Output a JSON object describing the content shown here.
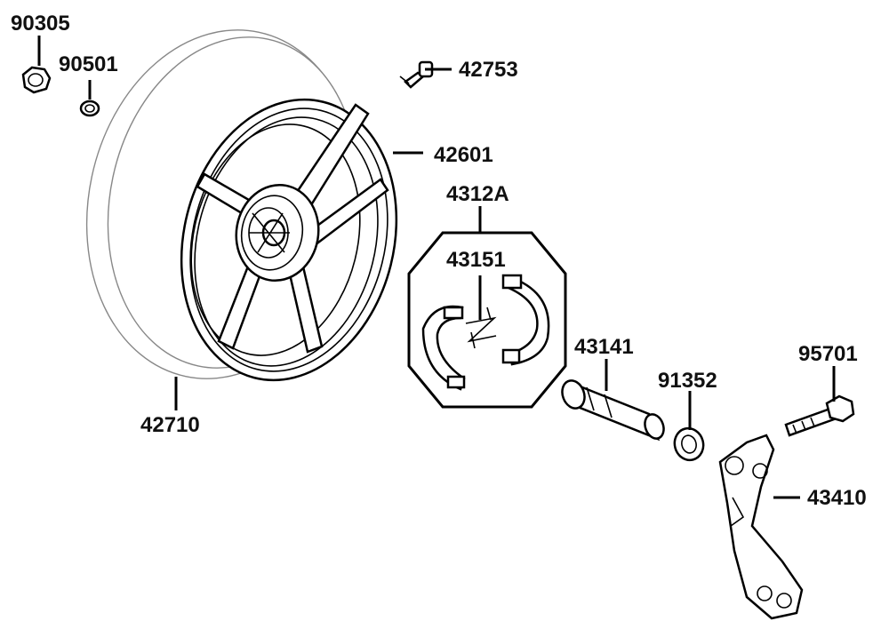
{
  "parts": [
    {
      "id": "p90305",
      "number": "90305"
    },
    {
      "id": "p90501",
      "number": "90501"
    },
    {
      "id": "p42753",
      "number": "42753"
    },
    {
      "id": "p42601",
      "number": "42601"
    },
    {
      "id": "p4312A",
      "number": "4312A"
    },
    {
      "id": "p43151",
      "number": "43151"
    },
    {
      "id": "p43141",
      "number": "43141"
    },
    {
      "id": "p91352",
      "number": "91352"
    },
    {
      "id": "p95701",
      "number": "95701"
    },
    {
      "id": "p43410",
      "number": "43410"
    },
    {
      "id": "p42710",
      "number": "42710"
    }
  ]
}
